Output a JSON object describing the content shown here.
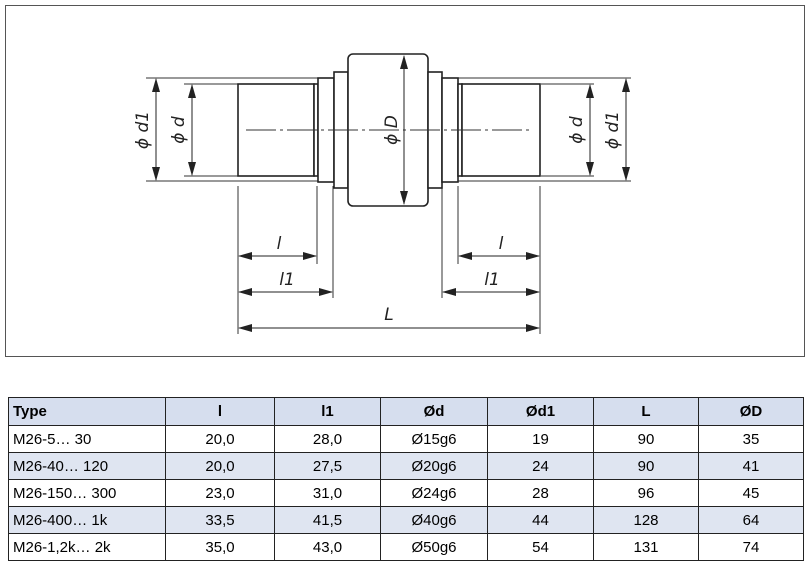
{
  "drawing": {
    "labels": {
      "d1_left": "ϕ d1",
      "d_left": "ϕ d",
      "D": "ϕ D",
      "d_right": "ϕ d",
      "d1_right": "ϕ d1",
      "l_left": "l",
      "l1_left": "l1",
      "l_right": "l",
      "l1_right": "l1",
      "L": "L"
    }
  },
  "table": {
    "headers": [
      "Type",
      "l",
      "l1",
      "Ød",
      "Ød1",
      "L",
      "ØD"
    ],
    "rows": [
      [
        "M26-5… 30",
        "20,0",
        "28,0",
        "Ø15g6",
        "19",
        "90",
        "35"
      ],
      [
        "M26-40… 120",
        "20,0",
        "27,5",
        "Ø20g6",
        "24",
        "90",
        "41"
      ],
      [
        "M26-150… 300",
        "23,0",
        "31,0",
        "Ø24g6",
        "28",
        "96",
        "45"
      ],
      [
        "M26-400… 1k",
        "33,5",
        "41,5",
        "Ø40g6",
        "44",
        "128",
        "64"
      ],
      [
        "M26-1,2k… 2k",
        "35,0",
        "43,0",
        "Ø50g6",
        "54",
        "131",
        "74"
      ]
    ]
  }
}
